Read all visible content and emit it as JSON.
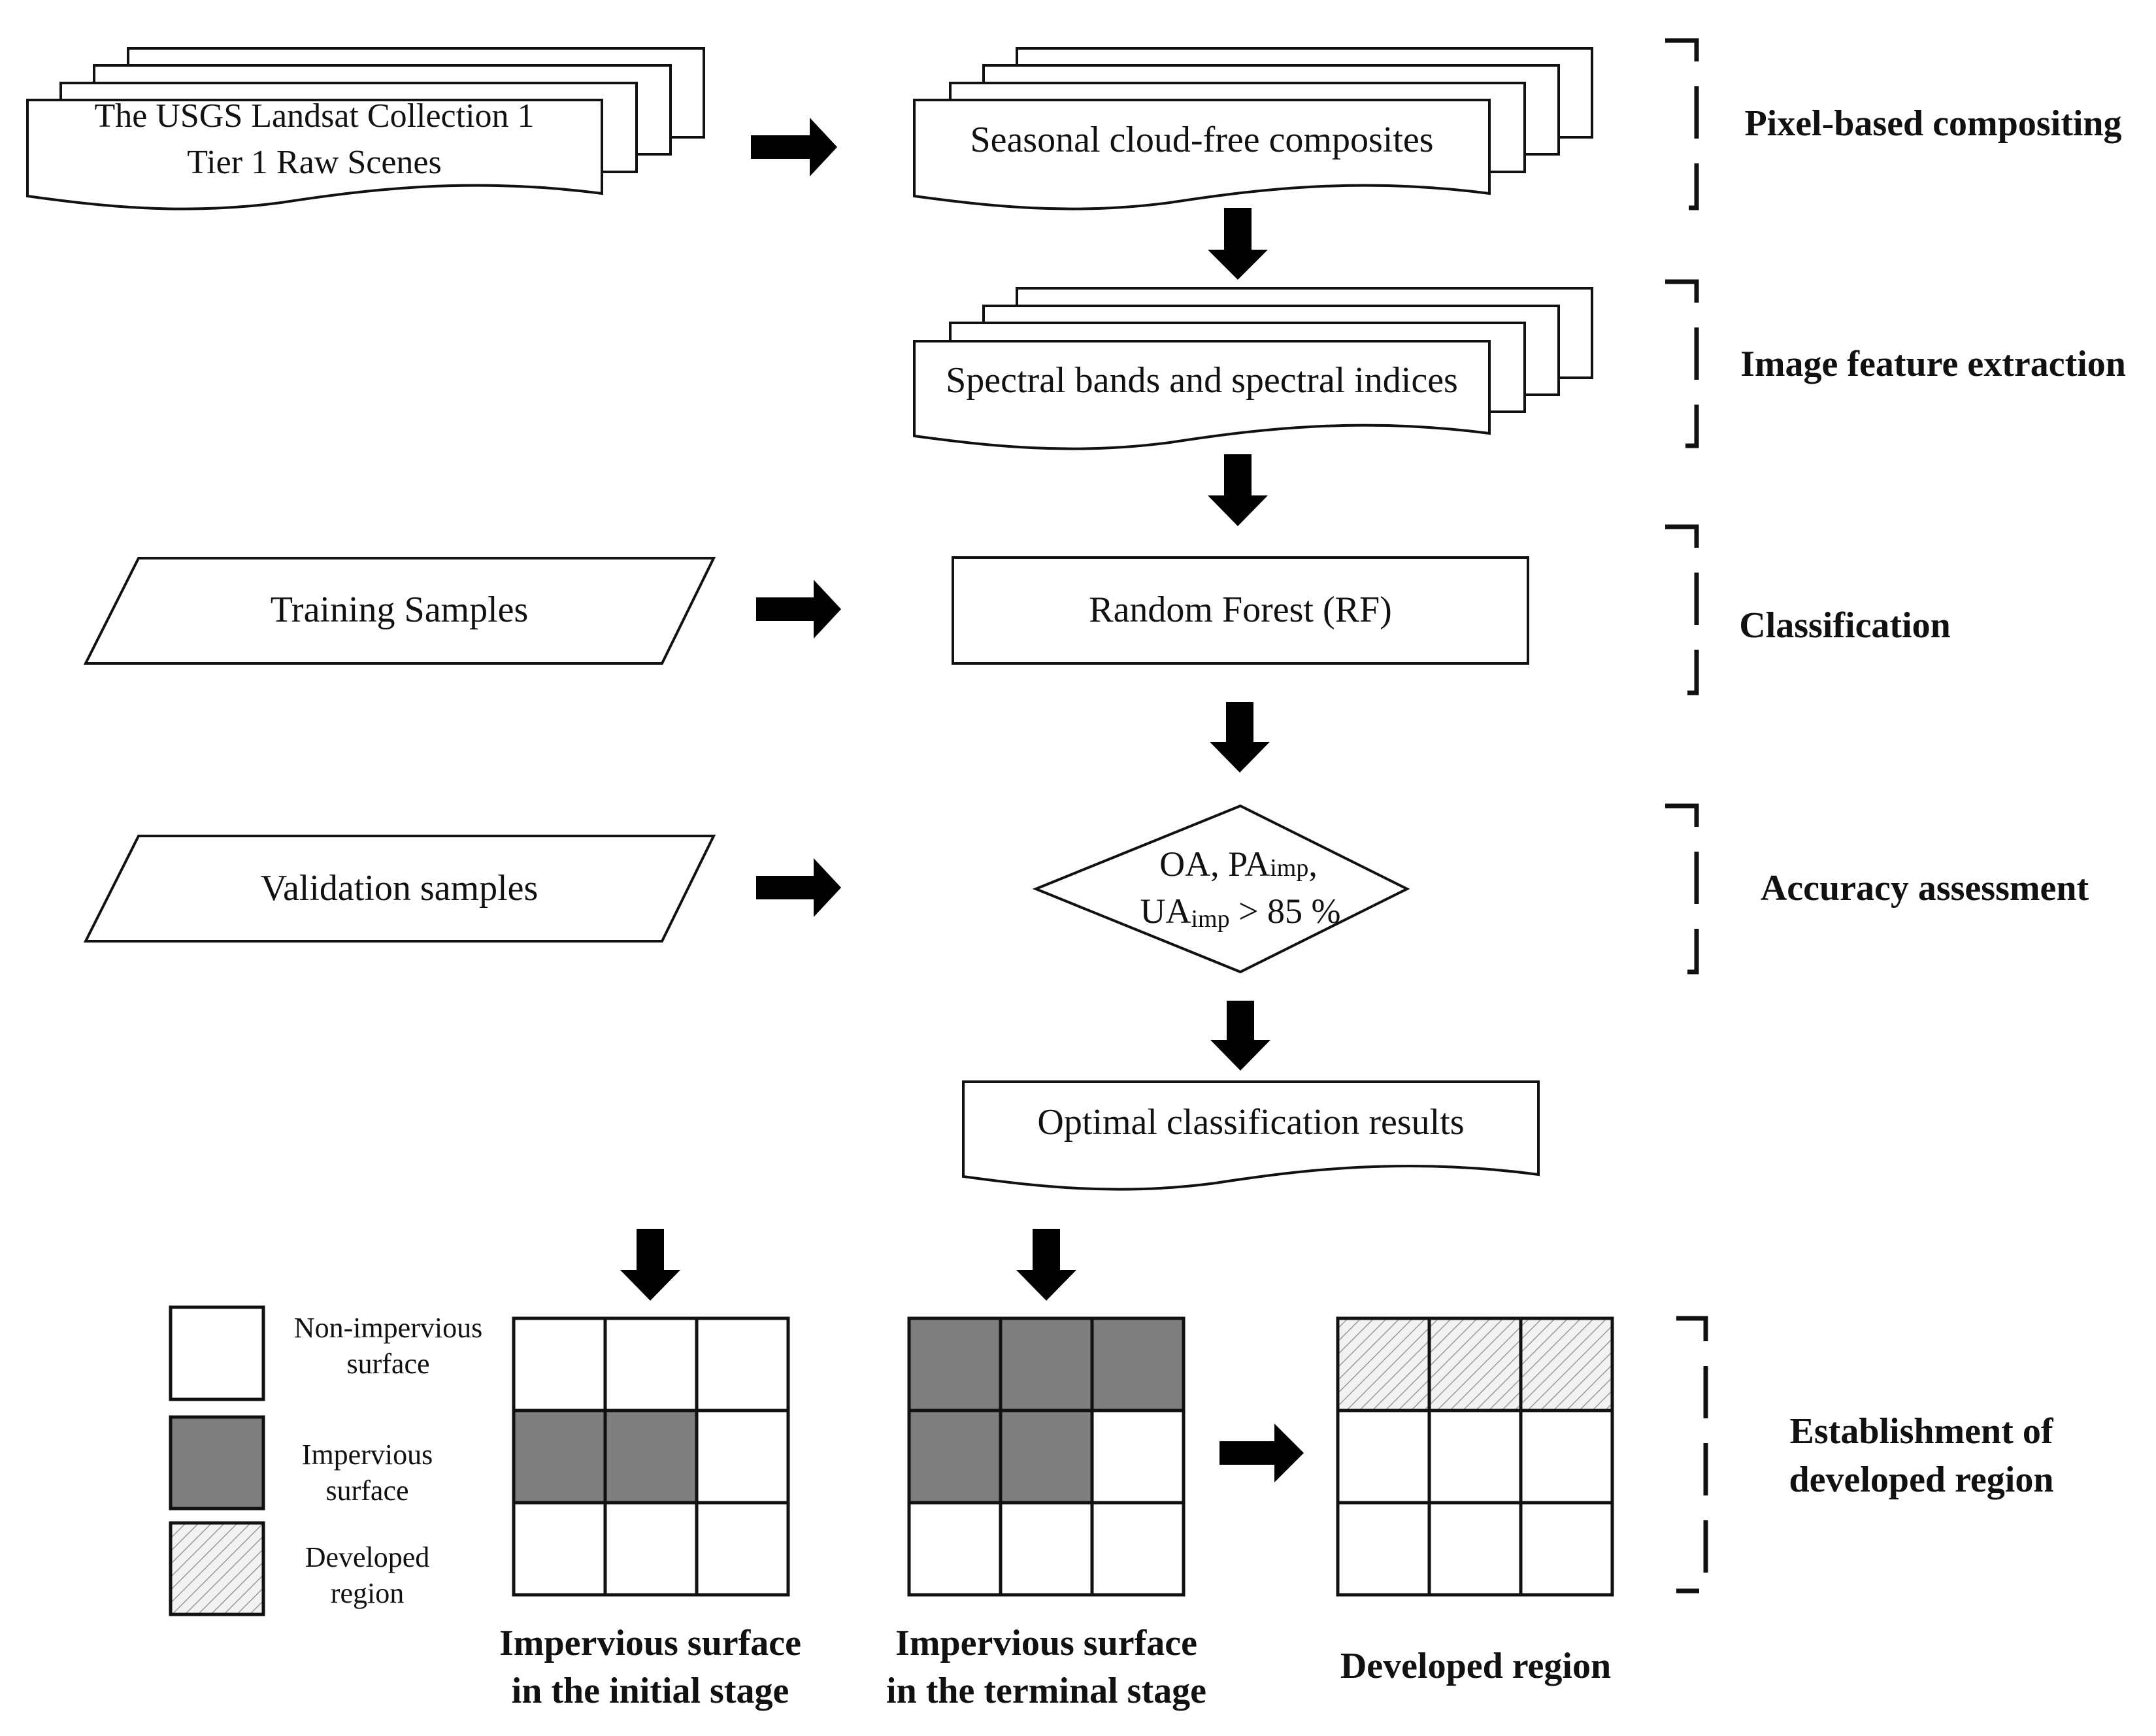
{
  "flow": {
    "source_line1": "The USGS Landsat Collection 1",
    "source_line2": "Tier 1 Raw Scenes",
    "composites": "Seasonal cloud-free composites",
    "features": "Spectral bands and spectral indices",
    "training": "Training Samples",
    "classifier": "Random Forest (RF)",
    "validation": "Validation samples",
    "criterion_line1_a": "OA, PA",
    "criterion_line1_sub": "imp",
    "criterion_line1_b": ",",
    "criterion_line2_a": "UA",
    "criterion_line2_sub": "imp",
    "criterion_line2_b": " > 85 %",
    "results": "Optimal classification results"
  },
  "stages": {
    "compositing": "Pixel-based compositing",
    "feature_extraction": "Image feature extraction",
    "classification": "Classification",
    "accuracy": "Accuracy assessment",
    "establishment_line1": "Establishment of",
    "establishment_line2": "developed region"
  },
  "legend": {
    "non_impervious_line1": "Non-impervious",
    "non_impervious_line2": "surface",
    "impervious_line1": "Impervious",
    "impervious_line2": "surface",
    "developed_line1": "Developed",
    "developed_line2": "region"
  },
  "grids": {
    "initial": {
      "caption_line1": "Impervious surface",
      "caption_line2": "in the initial stage",
      "cells": [
        [
          0,
          0,
          0
        ],
        [
          1,
          1,
          0
        ],
        [
          0,
          0,
          0
        ]
      ]
    },
    "terminal": {
      "caption_line1": "Impervious surface",
      "caption_line2": "in the terminal stage",
      "cells": [
        [
          1,
          1,
          1
        ],
        [
          1,
          1,
          0
        ],
        [
          0,
          0,
          0
        ]
      ]
    },
    "developed": {
      "caption": "Developed region",
      "cells": [
        [
          2,
          2,
          2
        ],
        [
          0,
          0,
          0
        ],
        [
          0,
          0,
          0
        ]
      ]
    }
  },
  "colors": {
    "impervious": "#7f7f7f",
    "non_impervious": "#ffffff",
    "line": "#111111"
  }
}
